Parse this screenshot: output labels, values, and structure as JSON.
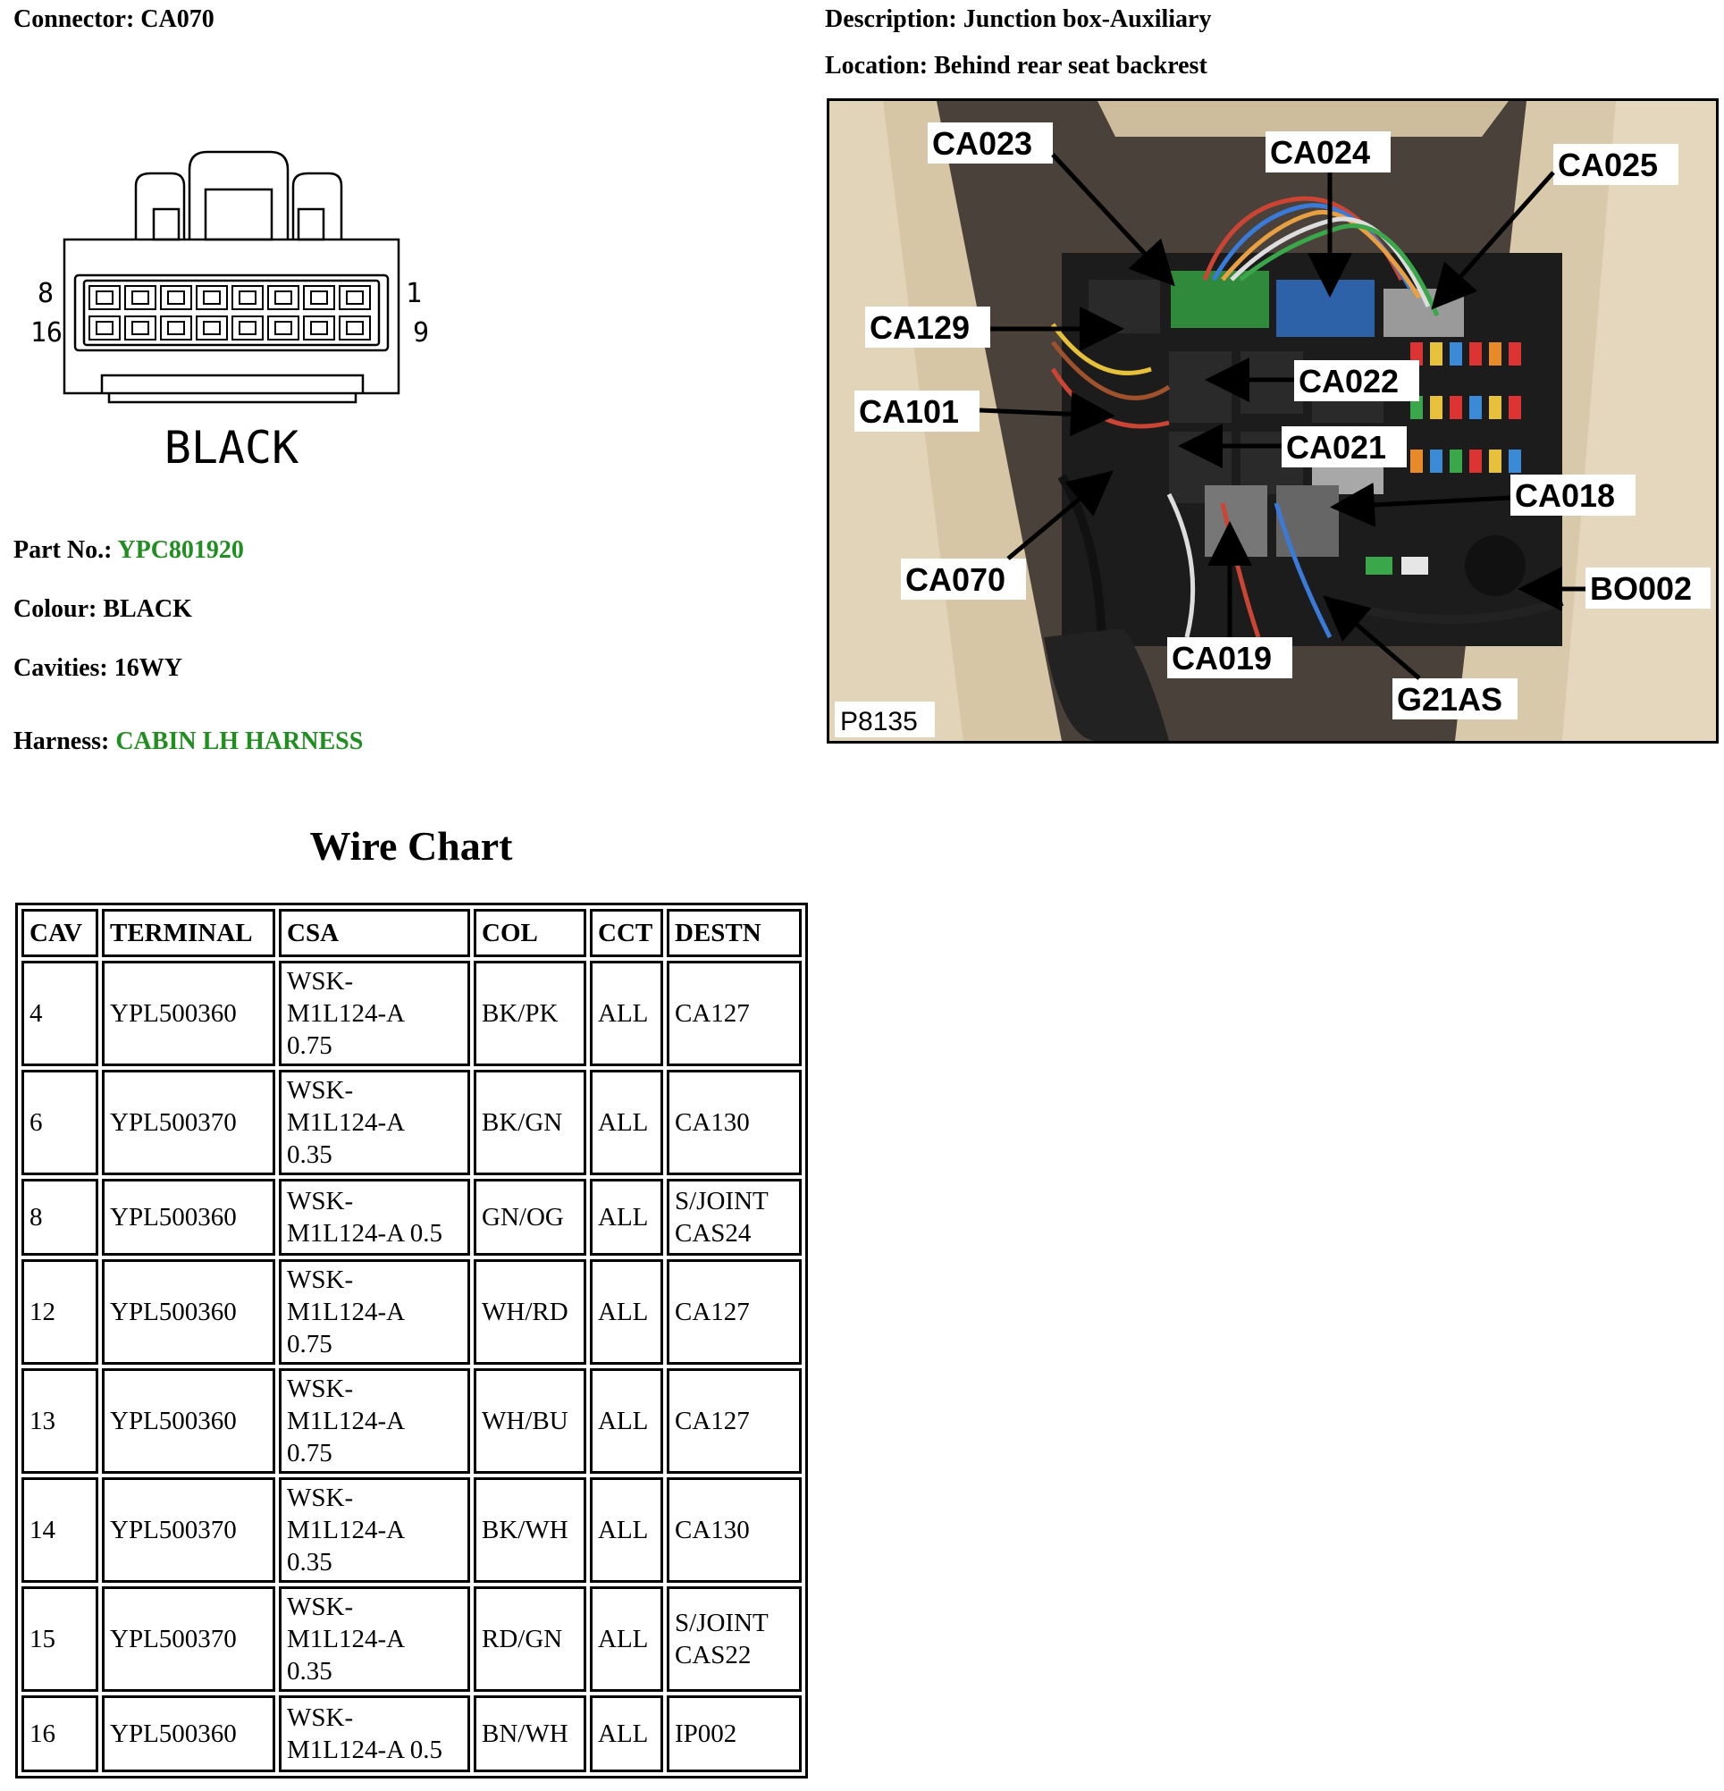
{
  "connector": {
    "label": "Connector:",
    "value": "CA070"
  },
  "description": {
    "label": "Description:",
    "value": "Junction box-Auxiliary"
  },
  "location": {
    "label": "Location:",
    "value": "Behind rear seat backrest"
  },
  "diagram": {
    "pin_left_top": "8",
    "pin_left_bottom": "16",
    "pin_right_top": "1",
    "pin_right_bottom": "9",
    "colour_text": "BLACK"
  },
  "part_no": {
    "label": "Part No.:",
    "value": "YPC801920"
  },
  "colour": {
    "label": "Colour:",
    "value": "BLACK"
  },
  "cavities": {
    "label": "Cavities:",
    "value": "16WY"
  },
  "harness": {
    "label": "Harness:",
    "value": "CABIN LH HARNESS"
  },
  "photo": {
    "ref": "P8135",
    "callouts": [
      "CA023",
      "CA024",
      "CA025",
      "CA129",
      "CA022",
      "CA101",
      "CA021",
      "CA018",
      "CA070",
      "BO002",
      "CA019",
      "G21AS"
    ],
    "colors": {
      "background": "#3a3530",
      "seat": "#d9c9ab",
      "fusebox": "#1e1e1e"
    }
  },
  "wire_chart": {
    "title": "Wire Chart",
    "headers": [
      "CAV",
      "TERMINAL",
      "CSA",
      "COL",
      "CCT",
      "DESTN"
    ],
    "rows": [
      {
        "cav": "4",
        "terminal": "YPL500360",
        "csa": [
          "WSK-",
          "M1L124-A",
          "0.75"
        ],
        "col": "BK/PK",
        "cct": "ALL",
        "destn": [
          "CA127"
        ]
      },
      {
        "cav": "6",
        "terminal": "YPL500370",
        "csa": [
          "WSK-",
          "M1L124-A",
          "0.35"
        ],
        "col": "BK/GN",
        "cct": "ALL",
        "destn": [
          "CA130"
        ]
      },
      {
        "cav": "8",
        "terminal": "YPL500360",
        "csa": [
          "WSK-",
          "M1L124-A 0.5"
        ],
        "col": "GN/OG",
        "cct": "ALL",
        "destn": [
          "S/JOINT",
          "CAS24"
        ]
      },
      {
        "cav": "12",
        "terminal": "YPL500360",
        "csa": [
          "WSK-",
          "M1L124-A",
          "0.75"
        ],
        "col": "WH/RD",
        "cct": "ALL",
        "destn": [
          "CA127"
        ]
      },
      {
        "cav": "13",
        "terminal": "YPL500360",
        "csa": [
          "WSK-",
          "M1L124-A",
          "0.75"
        ],
        "col": "WH/BU",
        "cct": "ALL",
        "destn": [
          "CA127"
        ]
      },
      {
        "cav": "14",
        "terminal": "YPL500370",
        "csa": [
          "WSK-",
          "M1L124-A",
          "0.35"
        ],
        "col": "BK/WH",
        "cct": "ALL",
        "destn": [
          "CA130"
        ]
      },
      {
        "cav": "15",
        "terminal": "YPL500370",
        "csa": [
          "WSK-",
          "M1L124-A",
          "0.35"
        ],
        "col": "RD/GN",
        "cct": "ALL",
        "destn": [
          "S/JOINT",
          "CAS22"
        ]
      },
      {
        "cav": "16",
        "terminal": "YPL500360",
        "csa": [
          "WSK-",
          "M1L124-A 0.5"
        ],
        "col": "BN/WH",
        "cct": "ALL",
        "destn": [
          "IP002"
        ]
      }
    ]
  }
}
